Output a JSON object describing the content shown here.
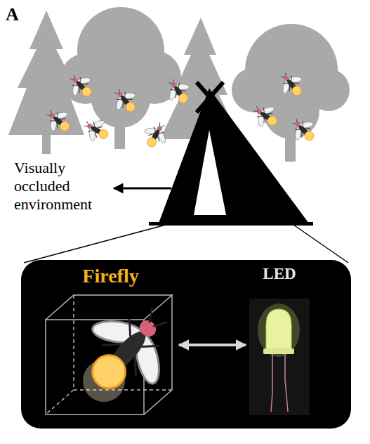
{
  "diagram": {
    "nodes": [
      {
        "text": [
          "Firefly"
        ]
      },
      {
        "text": [
          "LED"
        ]
      }
    ],
    "edges": [
      {
        "from": 0,
        "to": 1,
        "arrow": "both"
      }
    ],
    "labels": [
      "A",
      "Visually occluded environment"
    ]
  }
}
